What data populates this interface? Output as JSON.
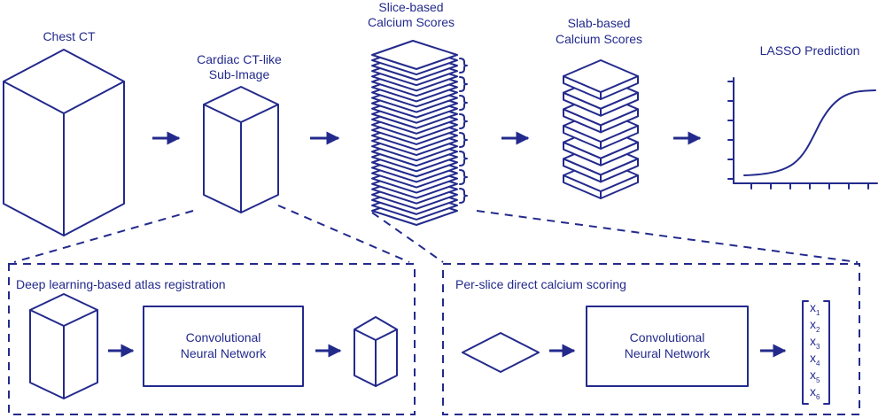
{
  "labels": {
    "chest_ct": "Chest CT",
    "sub_image_line1": "Cardiac CT-like",
    "sub_image_line2": "Sub-Image",
    "slice_line1": "Slice-based",
    "slice_line2": "Calcium Scores",
    "slab_line1": "Slab-based",
    "slab_line2": "Calcium Scores",
    "lasso": "LASSO Prediction",
    "panel_left_title": "Deep learning-based atlas registration",
    "panel_right_title": "Per-slice direct calcium scoring",
    "cnn_line1": "Convolutional",
    "cnn_line2": "Neural Network",
    "vector": [
      {
        "base": "x",
        "sub": "1"
      },
      {
        "base": "x",
        "sub": "2"
      },
      {
        "base": "x",
        "sub": "3"
      },
      {
        "base": "x",
        "sub": "4"
      },
      {
        "base": "x",
        "sub": "5"
      },
      {
        "base": "x",
        "sub": "6"
      }
    ]
  },
  "colors": {
    "stroke": "#232a8c",
    "background": "#ffffff"
  },
  "counts": {
    "slices": 30,
    "slabs": 7
  }
}
